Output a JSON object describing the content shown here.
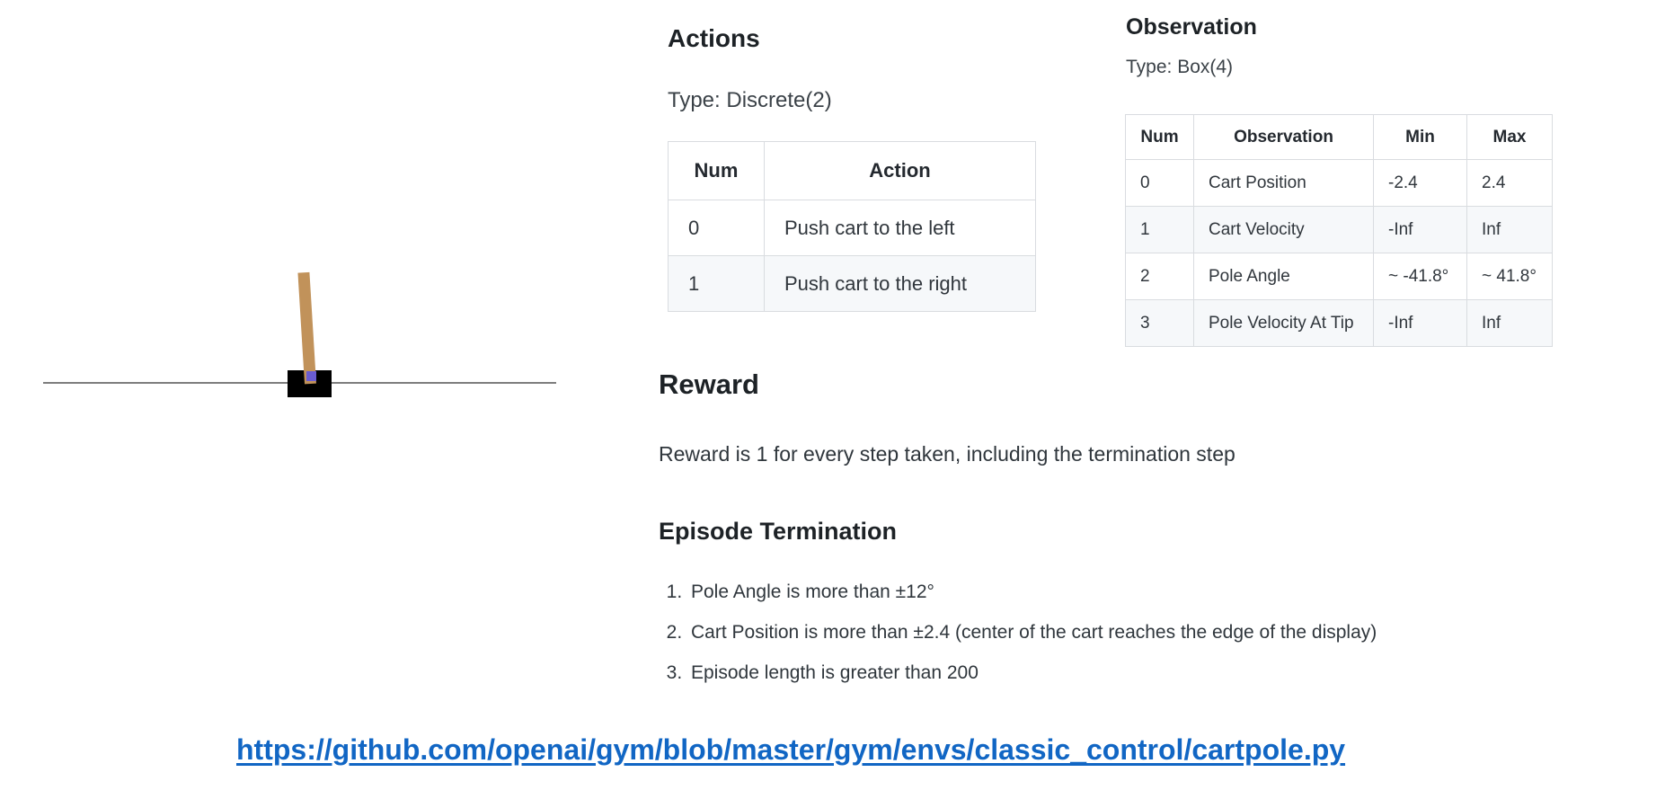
{
  "cartpole": {
    "label": "cartpole-environment-render",
    "track_color": "#7d7d7d",
    "cart_color": "#000000",
    "pole_color": "#c1925a",
    "axle_color": "#6a5cd0"
  },
  "actions": {
    "title": "Actions",
    "type_label": "Type: Discrete(2)",
    "table": {
      "headers": [
        "Num",
        "Action"
      ],
      "rows": [
        [
          "0",
          "Push cart to the left"
        ],
        [
          "1",
          "Push cart to the right"
        ]
      ]
    }
  },
  "observation": {
    "title": "Observation",
    "type_label": "Type: Box(4)",
    "table": {
      "headers": [
        "Num",
        "Observation",
        "Min",
        "Max"
      ],
      "rows": [
        [
          "0",
          "Cart Position",
          "-2.4",
          "2.4"
        ],
        [
          "1",
          "Cart Velocity",
          "-Inf",
          "Inf"
        ],
        [
          "2",
          "Pole Angle",
          "~ -41.8°",
          "~ 41.8°"
        ],
        [
          "3",
          "Pole Velocity At Tip",
          "-Inf",
          "Inf"
        ]
      ]
    }
  },
  "reward": {
    "title": "Reward",
    "text": "Reward is 1 for every step taken, including the termination step"
  },
  "episode_termination": {
    "title": "Episode Termination",
    "items": [
      "Pole Angle is more than ±12°",
      "Cart Position is more than ±2.4 (center of the cart reaches the edge of the display)",
      "Episode length is greater than 200"
    ]
  },
  "footer": {
    "link_text": "https://github.com/openai/gym/blob/master/gym/envs/classic_control/cartpole.py",
    "link_color": "#1166c4",
    "alt_row_color": "#f6f8fa"
  }
}
